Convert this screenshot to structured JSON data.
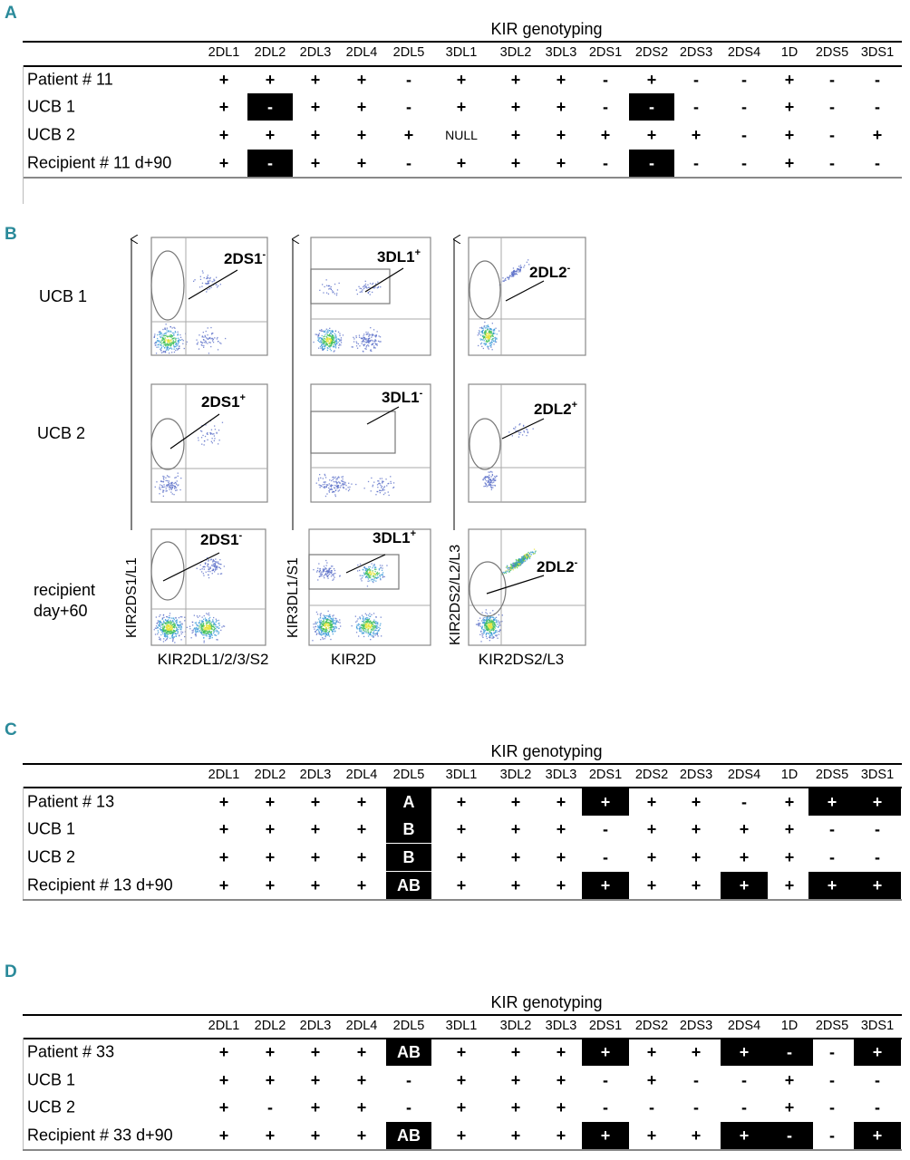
{
  "columns": [
    "2DL1",
    "2DL2",
    "2DL3",
    "2DL4",
    "2DL5",
    "3DL1",
    "3DL2",
    "3DL3",
    "2DS1",
    "2DS2",
    "2DS3",
    "2DS4",
    "1D",
    "2DS5",
    "3DS1"
  ],
  "panels": {
    "A": {
      "letter": "A",
      "title": "KIR genotyping",
      "rows": [
        {
          "label": "Patient # 11",
          "cells": [
            "+",
            "+",
            "+",
            "+",
            "-",
            "+",
            "+",
            "+",
            "-",
            "+",
            "-",
            "-",
            "+",
            "-",
            "-"
          ],
          "highlight": []
        },
        {
          "label": "UCB 1",
          "cells": [
            "+",
            "-",
            "+",
            "+",
            "-",
            "+",
            "+",
            "+",
            "-",
            "-",
            "-",
            "-",
            "+",
            "-",
            "-"
          ],
          "highlight": [
            1,
            9
          ]
        },
        {
          "label": "UCB 2",
          "cells": [
            "+",
            "+",
            "+",
            "+",
            "+",
            "NULL",
            "+",
            "+",
            "+",
            "+",
            "+",
            "-",
            "+",
            "-",
            "+"
          ],
          "highlight": []
        },
        {
          "label": "Recipient # 11 d+90",
          "cells": [
            "+",
            "-",
            "+",
            "+",
            "-",
            "+",
            "+",
            "+",
            "-",
            "-",
            "-",
            "-",
            "+",
            "-",
            "-"
          ],
          "highlight": [
            1,
            9
          ]
        }
      ]
    },
    "B": {
      "letter": "B",
      "row_labels": [
        "UCB 1",
        "UCB 2",
        "recipient",
        "day+60"
      ],
      "y_axis_labels": [
        "KIR2DS1/L1",
        "KIR3DL1/S1",
        "KIR2DS2/L2/L3"
      ],
      "x_axis_labels": [
        "KIR2DL1/2/3/S2",
        "KIR2D",
        "KIR2DS2/L3"
      ],
      "plot_labels": [
        {
          "name": "2DS1",
          "sign": "-"
        },
        {
          "name": "3DL1",
          "sign": "+"
        },
        {
          "name": "2DL2",
          "sign": "-"
        },
        {
          "name": "2DS1",
          "sign": "+"
        },
        {
          "name": "3DL1",
          "sign": "-"
        },
        {
          "name": "2DL2",
          "sign": "+"
        },
        {
          "name": "2DS1",
          "sign": "-"
        },
        {
          "name": "3DL1",
          "sign": "+"
        },
        {
          "name": "2DL2",
          "sign": "-"
        }
      ]
    },
    "C": {
      "letter": "C",
      "title": "KIR genotyping",
      "rows": [
        {
          "label": "Patient # 13",
          "cells": [
            "+",
            "+",
            "+",
            "+",
            "A",
            "+",
            "+",
            "+",
            "+",
            "+",
            "+",
            "-",
            "+",
            "+",
            "+"
          ],
          "highlight": [
            4,
            8,
            13,
            14
          ]
        },
        {
          "label": "UCB 1",
          "cells": [
            "+",
            "+",
            "+",
            "+",
            "B",
            "+",
            "+",
            "+",
            "-",
            "+",
            "+",
            "+",
            "+",
            "-",
            "-"
          ],
          "highlight": [
            4
          ]
        },
        {
          "label": "UCB 2",
          "cells": [
            "+",
            "+",
            "+",
            "+",
            "B",
            "+",
            "+",
            "+",
            "-",
            "+",
            "+",
            "+",
            "+",
            "-",
            "-"
          ],
          "highlight": [
            4
          ]
        },
        {
          "label": "Recipient # 13 d+90",
          "cells": [
            "+",
            "+",
            "+",
            "+",
            "AB",
            "+",
            "+",
            "+",
            "+",
            "+",
            "+",
            "+",
            "+",
            "+",
            "+"
          ],
          "highlight": [
            4,
            8,
            11,
            13,
            14
          ]
        }
      ]
    },
    "D": {
      "letter": "D",
      "title": "KIR genotyping",
      "rows": [
        {
          "label": "Patient # 33",
          "cells": [
            "+",
            "+",
            "+",
            "+",
            "AB",
            "+",
            "+",
            "+",
            "+",
            "+",
            "+",
            "+",
            "-",
            "-",
            "+"
          ],
          "highlight": [
            4,
            8,
            11,
            12,
            14
          ]
        },
        {
          "label": "UCB 1",
          "cells": [
            "+",
            "+",
            "+",
            "+",
            "-",
            "+",
            "+",
            "+",
            "-",
            "+",
            "-",
            "-",
            "+",
            "-",
            "-"
          ],
          "highlight": []
        },
        {
          "label": "UCB 2",
          "cells": [
            "+",
            "-",
            "+",
            "+",
            "-",
            "+",
            "+",
            "+",
            "-",
            "-",
            "-",
            "-",
            "+",
            "-",
            "-"
          ],
          "highlight": []
        },
        {
          "label": "Recipient # 33 d+90",
          "cells": [
            "+",
            "+",
            "+",
            "+",
            "AB",
            "+",
            "+",
            "+",
            "+",
            "+",
            "+",
            "+",
            "-",
            "-",
            "+"
          ],
          "highlight": [
            4,
            8,
            11,
            12,
            14
          ]
        }
      ]
    }
  },
  "colors": {
    "panel_letter": "#2a8a9a",
    "highlight": "#000000",
    "dots": "#5a6ec8",
    "dense_dots": "#3fbf5a"
  }
}
